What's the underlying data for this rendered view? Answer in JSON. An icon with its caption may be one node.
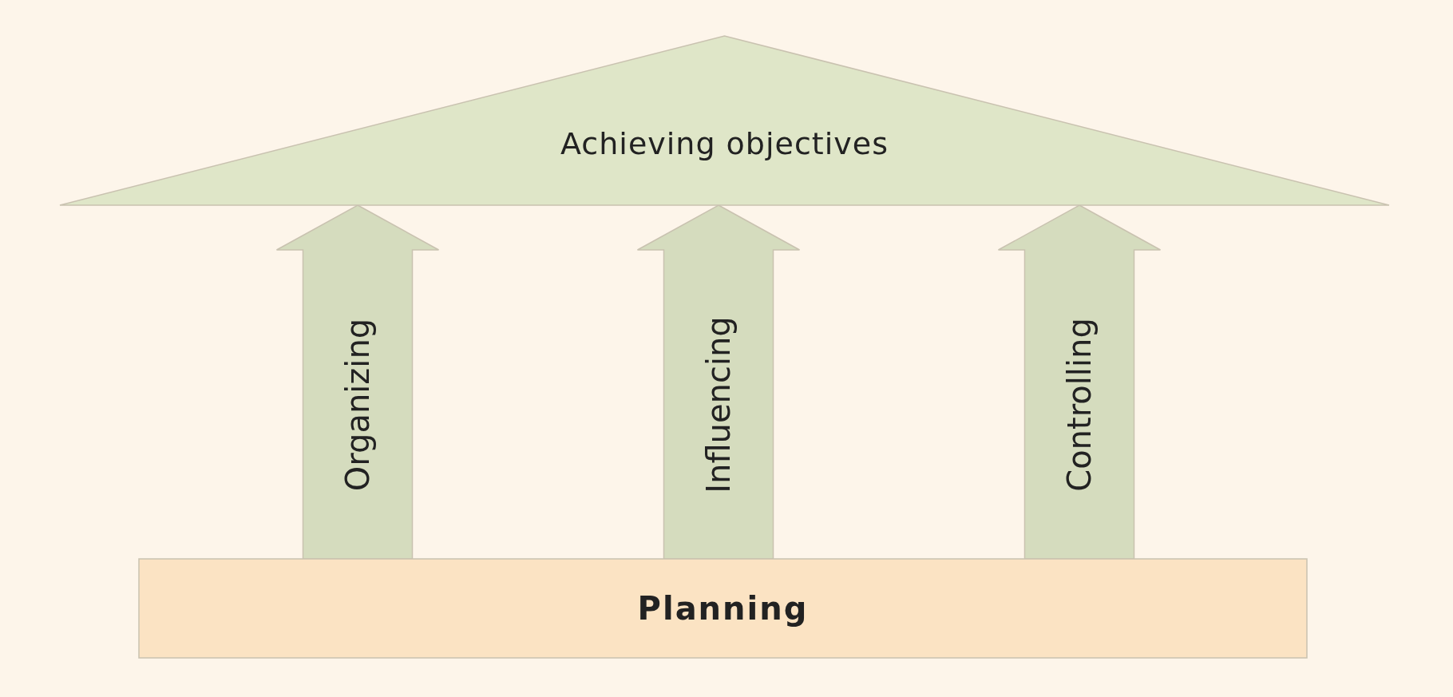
{
  "diagram": {
    "nodes": [
      {
        "text": [
          "Achieving objectives"
        ]
      },
      {
        "text": [
          "Planning"
        ]
      }
    ],
    "edges": [
      {
        "from": 1,
        "to": 0,
        "arrow": "to",
        "label": "Organizing"
      },
      {
        "from": 1,
        "to": 0,
        "arrow": "to",
        "label": "Influencing"
      },
      {
        "from": 1,
        "to": 0,
        "arrow": "to",
        "label": "Controlling"
      }
    ]
  }
}
